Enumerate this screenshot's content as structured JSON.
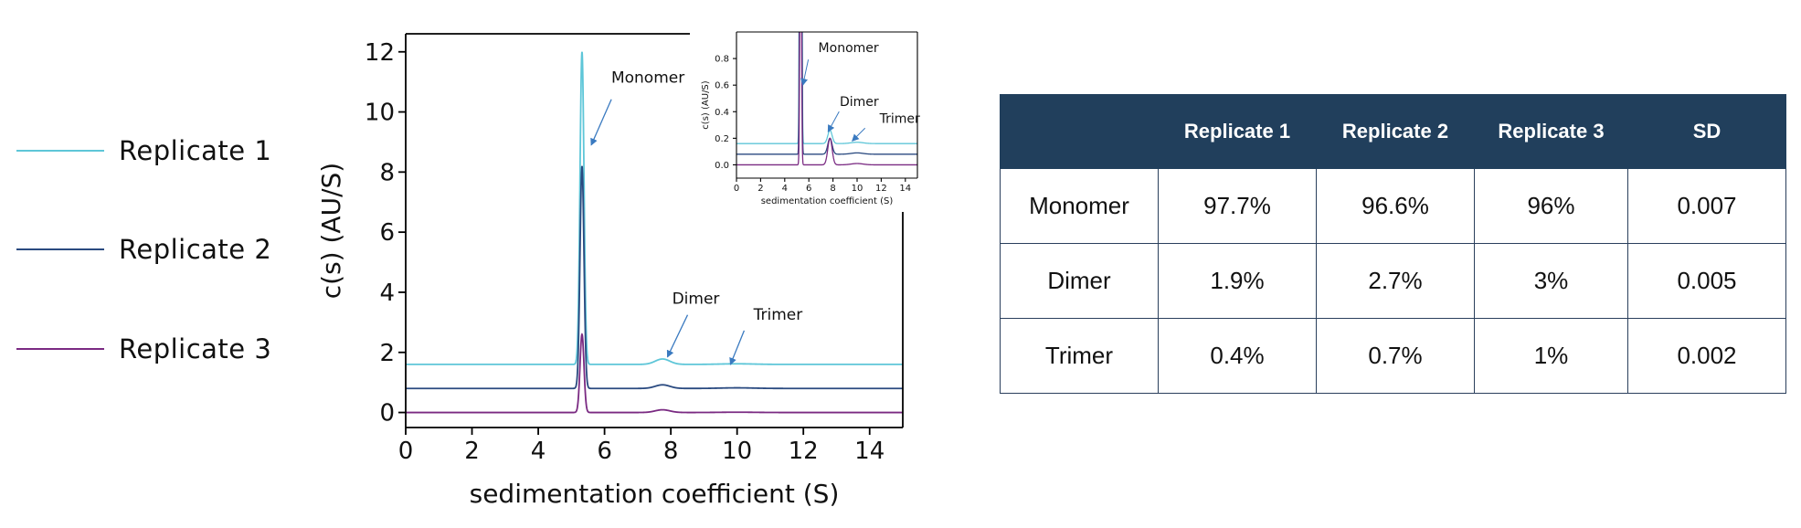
{
  "colors": {
    "replicate_1": "#5ec6d8",
    "replicate_2": "#2a4a80",
    "replicate_3": "#7a2a82",
    "table_header_bg": "#213f5c",
    "annotation_arrow": "#3a7ac0"
  },
  "legend": {
    "items": [
      {
        "label": "Replicate 1",
        "color": "#5ec6d8"
      },
      {
        "label": "Replicate 2",
        "color": "#2a4a80"
      },
      {
        "label": "Replicate 3",
        "color": "#7a2a82"
      }
    ]
  },
  "chart_data": [
    {
      "type": "line",
      "title": "",
      "xlabel": "sedimentation coefficient (S)",
      "ylabel": "c(s) (AU/S)",
      "xlim": [
        0,
        15
      ],
      "ylim": [
        -0.5,
        12.6
      ],
      "xticks": [
        0,
        2,
        4,
        6,
        8,
        10,
        12,
        14
      ],
      "yticks": [
        0,
        2,
        4,
        6,
        8,
        10,
        12
      ],
      "grid": false,
      "series": [
        {
          "name": "Replicate 1",
          "color": "#5ec6d8",
          "offset": 1.6,
          "peaks": [
            {
              "center": 5.32,
              "height": 10.4,
              "width": 0.06
            },
            {
              "center": 7.75,
              "height": 0.18,
              "width": 0.22
            },
            {
              "center": 10.0,
              "height": 0.02,
              "width": 0.5
            }
          ]
        },
        {
          "name": "Replicate 2",
          "color": "#2a4a80",
          "offset": 0.8,
          "peaks": [
            {
              "center": 5.32,
              "height": 7.4,
              "width": 0.06
            },
            {
              "center": 7.75,
              "height": 0.12,
              "width": 0.22
            },
            {
              "center": 10.0,
              "height": 0.02,
              "width": 0.5
            }
          ]
        },
        {
          "name": "Replicate 3",
          "color": "#7a2a82",
          "offset": 0.0,
          "peaks": [
            {
              "center": 5.32,
              "height": 2.6,
              "width": 0.06
            },
            {
              "center": 7.75,
              "height": 0.09,
              "width": 0.22
            },
            {
              "center": 10.0,
              "height": 0.01,
              "width": 0.5
            }
          ]
        }
      ],
      "annotations": [
        {
          "text": "Monomer",
          "tip_x": 5.6,
          "tip_y": 8.9
        },
        {
          "text": "Dimer",
          "tip_x": 7.9,
          "tip_y": 1.85
        },
        {
          "text": "Trimer",
          "tip_x": 9.8,
          "tip_y": 1.6
        }
      ]
    },
    {
      "type": "line",
      "title": "",
      "xlabel": "sedimentation coefficient (S)",
      "ylabel": "c(s) (AU/S)",
      "xlim": [
        0,
        15
      ],
      "ylim": [
        -0.1,
        1.0
      ],
      "xticks": [
        0,
        2,
        4,
        6,
        8,
        10,
        12,
        14
      ],
      "yticks": [
        0.0,
        0.2,
        0.4,
        0.6,
        0.8
      ],
      "grid": false,
      "series": [
        {
          "name": "Replicate 1",
          "color": "#5ec6d8",
          "offset": 0.16,
          "peaks": [
            {
              "center": 5.32,
              "height": 10.4,
              "width": 0.06
            },
            {
              "center": 7.75,
              "height": 0.1,
              "width": 0.18
            },
            {
              "center": 10.0,
              "height": 0.01,
              "width": 0.5
            }
          ]
        },
        {
          "name": "Replicate 2",
          "color": "#2a4a80",
          "offset": 0.08,
          "peaks": [
            {
              "center": 5.32,
              "height": 7.4,
              "width": 0.06
            },
            {
              "center": 7.75,
              "height": 0.12,
              "width": 0.18
            },
            {
              "center": 10.0,
              "height": 0.01,
              "width": 0.5
            }
          ]
        },
        {
          "name": "Replicate 3",
          "color": "#7a2a82",
          "offset": 0.0,
          "peaks": [
            {
              "center": 5.32,
              "height": 2.6,
              "width": 0.06
            },
            {
              "center": 7.75,
              "height": 0.2,
              "width": 0.18
            },
            {
              "center": 10.0,
              "height": 0.01,
              "width": 0.5
            }
          ]
        }
      ],
      "annotations": [
        {
          "text": "Monomer",
          "tip_x": 5.5,
          "tip_y": 0.6
        },
        {
          "text": "Dimer",
          "tip_x": 7.6,
          "tip_y": 0.25
        },
        {
          "text": "Trimer",
          "tip_x": 9.6,
          "tip_y": 0.18
        }
      ]
    },
    {
      "type": "table",
      "columns": [
        "",
        "Replicate 1",
        "Replicate 2",
        "Replicate 3",
        "SD"
      ],
      "rows": [
        [
          "Monomer",
          "97.7%",
          "96.6%",
          "96%",
          "0.007"
        ],
        [
          "Dimer",
          "1.9%",
          "2.7%",
          "3%",
          "0.005"
        ],
        [
          "Trimer",
          "0.4%",
          "0.7%",
          "1%",
          "0.002"
        ]
      ]
    }
  ]
}
